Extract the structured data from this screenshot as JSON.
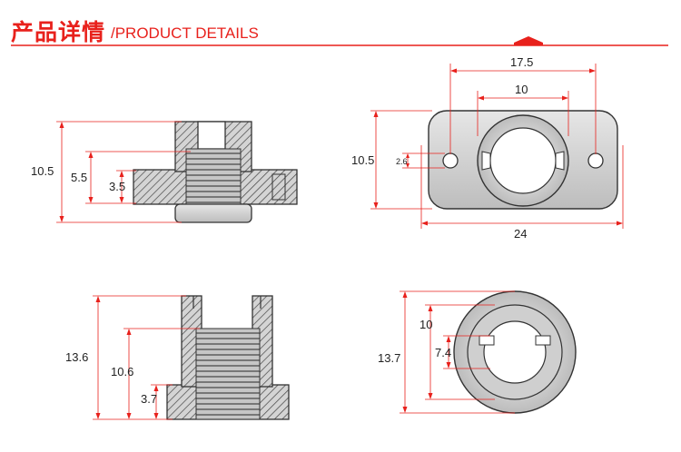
{
  "header": {
    "title_cn": "产品详情",
    "title_en": "/PRODUCT DETAILS",
    "accent_color": "#e8211c"
  },
  "views": {
    "top_left": {
      "dim_overall_height": "10.5",
      "dim_thread_height": "5.5",
      "dim_base_height": "3.5"
    },
    "top_right": {
      "dim_hole_spacing": "17.5",
      "dim_bore": "10",
      "dim_height": "10.5",
      "dim_hole": "2.6",
      "dim_width": "24"
    },
    "bottom_left": {
      "dim_overall_height": "13.6",
      "dim_thread_height": "10.6",
      "dim_flange_height": "3.7"
    },
    "bottom_right": {
      "dim_outer": "13.7",
      "dim_middle": "10",
      "dim_inner": "7.4"
    }
  }
}
